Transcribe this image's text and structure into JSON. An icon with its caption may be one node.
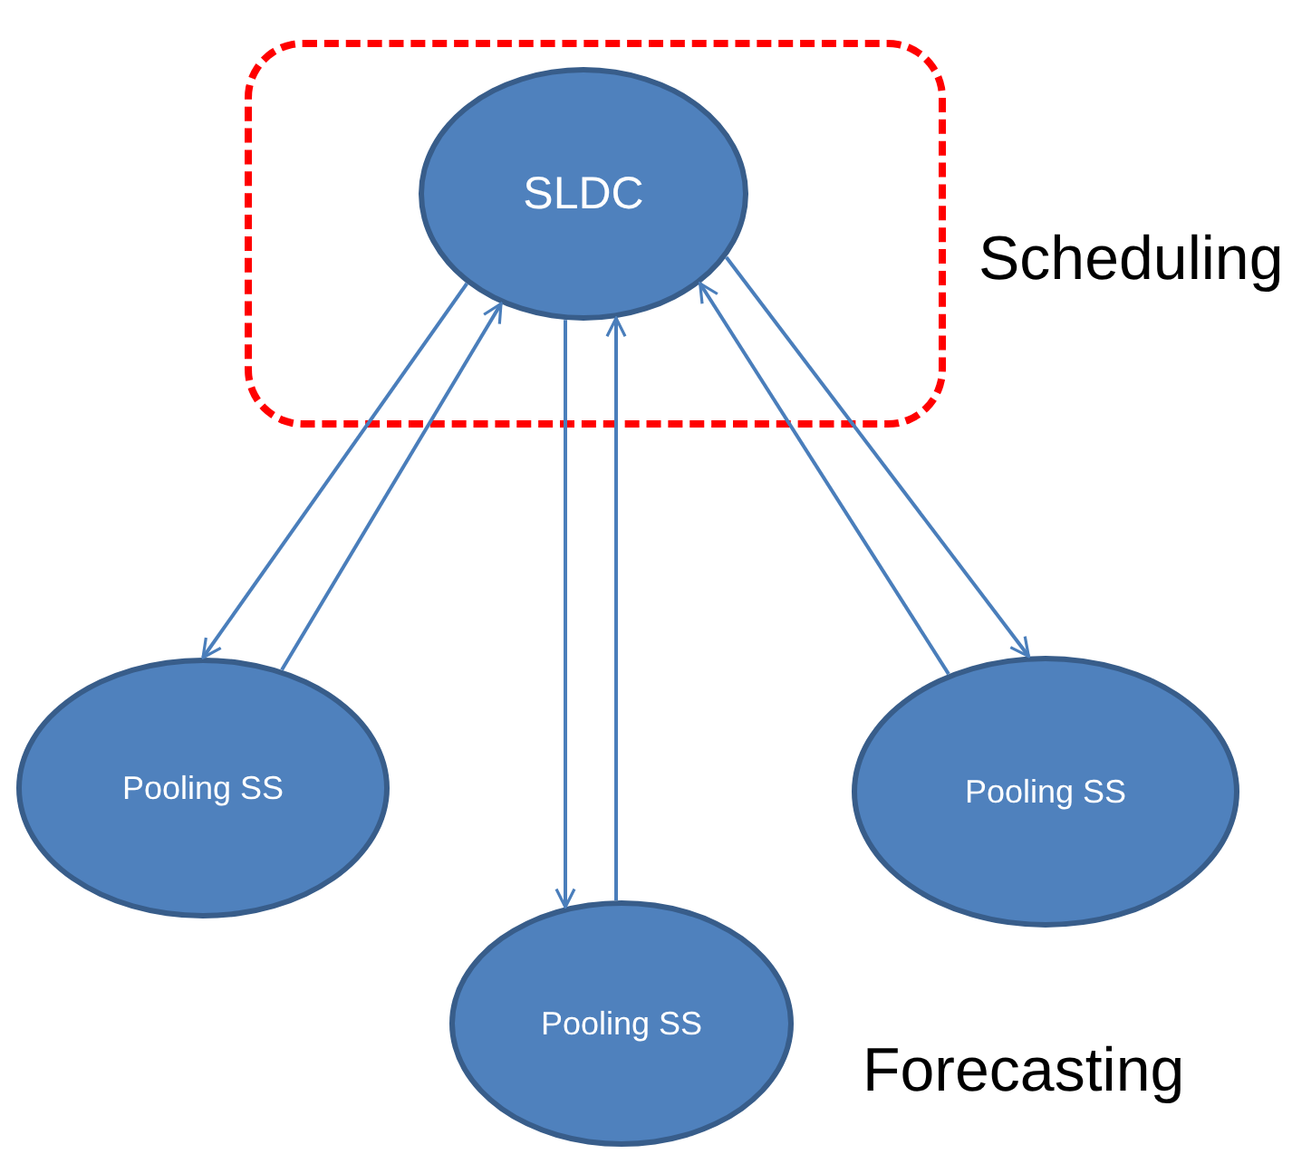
{
  "diagram": {
    "nodes": [
      {
        "text": [],
        "shape": "box"
      },
      {
        "text": [
          "SLDC"
        ],
        "in": 0
      },
      {
        "text": [
          "Pooling SS"
        ]
      },
      {
        "text": [
          "Pooling SS"
        ]
      },
      {
        "text": [
          "Pooling SS"
        ]
      }
    ],
    "edges": [
      {
        "from": 1,
        "to": 2,
        "arrow": "to"
      },
      {
        "from": 2,
        "to": 1,
        "arrow": "to"
      },
      {
        "from": 1,
        "to": 4,
        "arrow": "to"
      },
      {
        "from": 4,
        "to": 1,
        "arrow": "to"
      },
      {
        "from": 3,
        "to": 1,
        "arrow": "to"
      },
      {
        "from": 1,
        "to": 3,
        "arrow": "to"
      }
    ],
    "labels": [
      "Scheduling",
      "Forecasting"
    ]
  }
}
